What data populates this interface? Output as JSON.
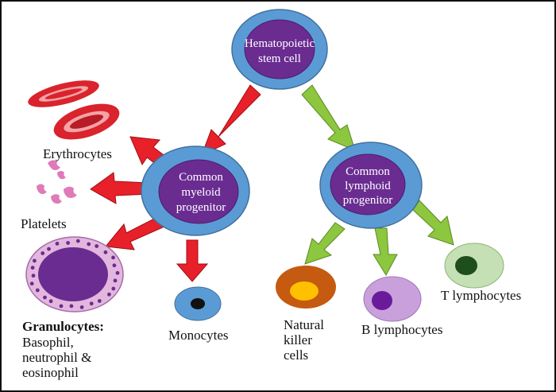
{
  "colors": {
    "ring": "#5b9bd5",
    "core": "#6a2c91",
    "myeloid_arrow": "#e8202a",
    "lymphoid_arrow": "#8dc63f",
    "erythrocyte": "#d9232d",
    "platelet": "#e07ab8",
    "granulocyte_outer": "#e3b7dd",
    "granulocyte_inner": "#6a2c91"
  },
  "nodes": {
    "stem_cell": {
      "lines": [
        "Hematopoietic",
        "stem cell"
      ]
    },
    "myeloid": {
      "lines": [
        "Common",
        "myeloid",
        "progenitor"
      ]
    },
    "lymphoid": {
      "lines": [
        "Common",
        "lymphoid",
        "progenitor"
      ]
    }
  },
  "labels": {
    "erythrocytes": "Erythrocytes",
    "platelets": "Platelets",
    "granulocytes_title": "Granulocytes:",
    "granulocytes_lines": [
      "Basophil,",
      "neutrophil &",
      "eosinophil"
    ],
    "monocytes": "Monocytes",
    "nk_lines": [
      "Natural",
      "killer",
      "cells"
    ],
    "b_lymphocytes": "B lymphocytes",
    "t_lymphocytes": "T lymphocytes"
  }
}
